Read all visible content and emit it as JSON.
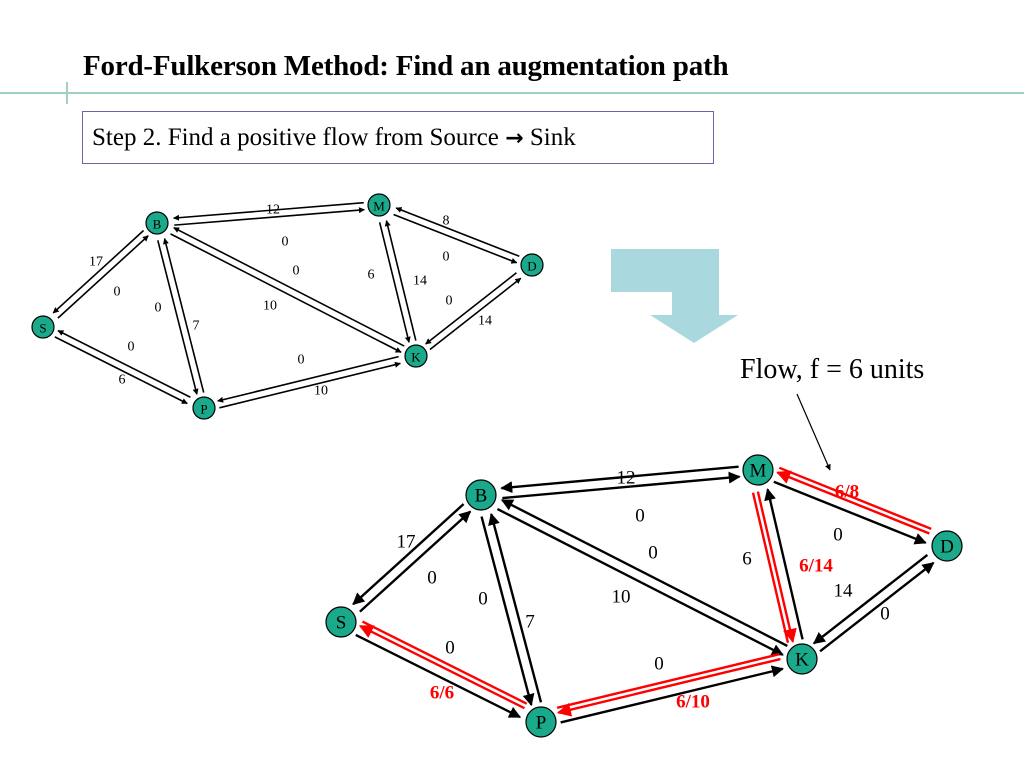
{
  "slide": {
    "title": "Ford-Fulkerson Method: Find an augmentation path",
    "step_text": "Step 2. Find a positive flow from Source",
    "step_arrow": "→",
    "step_sink": "Sink",
    "flow_label": "Flow, f = 6 units"
  },
  "colors": {
    "node_fill": "#1aa98a",
    "highlight": "#ff0000",
    "arrow_shape": "#a9d9df",
    "rule": "#9fd0c0"
  },
  "graph_small": {
    "nodes": {
      "S": "S",
      "B": "B",
      "M": "M",
      "D": "D",
      "K": "K",
      "P": "P"
    },
    "labels": [
      "12",
      "0",
      "8",
      "0",
      "17",
      "0",
      "0",
      "7",
      "0",
      "10",
      "6",
      "14",
      "0",
      "14",
      "0",
      "6",
      "0",
      "10"
    ]
  },
  "graph_large": {
    "nodes": {
      "S": "S",
      "B": "B",
      "M": "M",
      "D": "D",
      "K": "K",
      "P": "P"
    },
    "labels": [
      "12",
      "0",
      "17",
      "0",
      "0",
      "7",
      "0",
      "10",
      "6",
      "0",
      "0",
      "14",
      "0",
      "0"
    ],
    "highlight_labels": [
      "6/8",
      "6/14",
      "6/6",
      "6/10"
    ]
  }
}
